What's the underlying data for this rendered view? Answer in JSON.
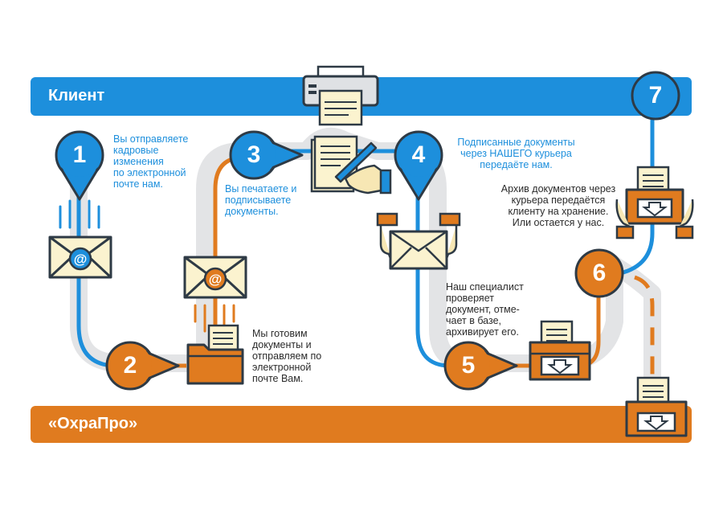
{
  "bands": {
    "client": "Клиент",
    "company": "«ОхраПро»"
  },
  "steps": [
    {
      "num": "1",
      "lines": [
        "Вы отправляете",
        "кадровые",
        "изменения",
        "по электронной",
        "почте нам."
      ]
    },
    {
      "num": "2",
      "lines": [
        "Мы готовим",
        "документы и",
        "отправляем по",
        "электронной",
        "почте Вам."
      ]
    },
    {
      "num": "3",
      "lines": [
        "Вы печатаете и",
        "подписываете",
        "документы."
      ]
    },
    {
      "num": "4",
      "lines": [
        "Подписанные документы",
        "через НАШЕГО курьера",
        "передаёте нам."
      ]
    },
    {
      "num": "5",
      "lines": [
        "Наш специалист",
        "проверяет",
        "документ, отме-",
        "чает в базе,",
        "архивирует его."
      ]
    },
    {
      "num": "6",
      "lines": []
    },
    {
      "num": "7",
      "lines": [
        "Архив документов через",
        "курьера передаётся",
        "клиенту на хранение.",
        "Или остается у нас."
      ]
    }
  ],
  "colors": {
    "blue": "#1d8fdc",
    "orange": "#e07b1f",
    "gray": "#e3e4e6",
    "outline": "#2e3a45",
    "paper": "#fbf3cf"
  },
  "icons": [
    "printer-icon",
    "email-icon",
    "document-sign-icon",
    "hand-envelope-icon",
    "folder-icon",
    "archive-box-icon",
    "hands-archive-icon"
  ]
}
